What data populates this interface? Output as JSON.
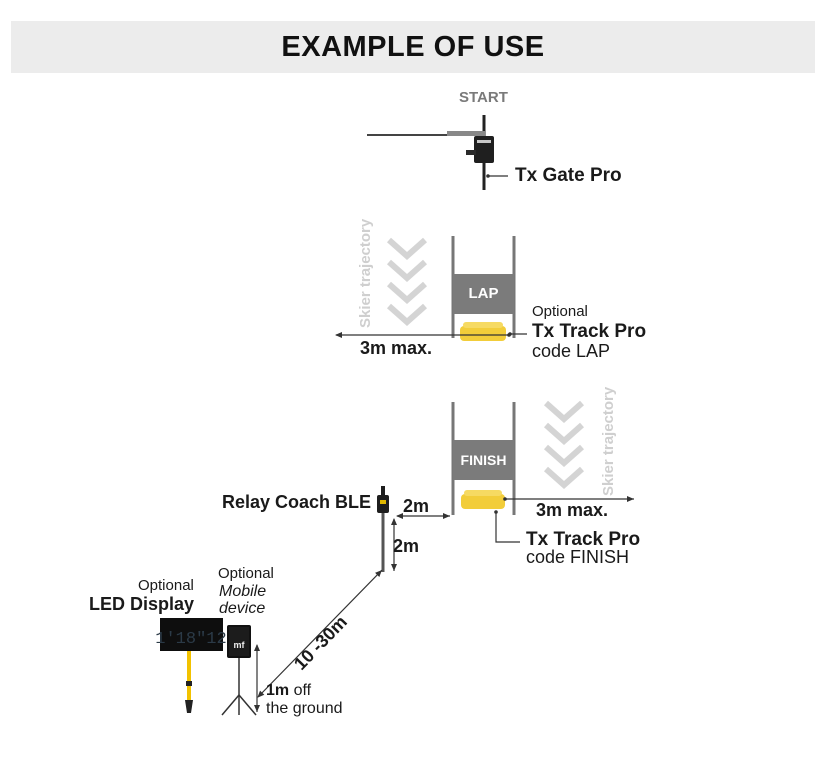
{
  "header": {
    "title": "EXAMPLE OF USE"
  },
  "start": {
    "label": "START"
  },
  "tx_gate": {
    "label": "Tx Gate Pro"
  },
  "lap": {
    "gate_label": "LAP",
    "trajectory": "Skier trajectory",
    "distance": "3m max.",
    "device_optional": "Optional",
    "device_name": "Tx Track Pro",
    "device_code": "code LAP"
  },
  "finish": {
    "gate_label": "FINISH",
    "trajectory": "Skier trajectory",
    "distance": "3m max.",
    "device_name": "Tx Track Pro",
    "device_code": "code FINISH"
  },
  "relay": {
    "label": "Relay Coach BLE",
    "dist_horizontal": "2m",
    "dist_vertical": "2m",
    "dist_diagonal": "10 -30m"
  },
  "led": {
    "optional": "Optional",
    "label": "LED Display",
    "screen_text": "1'18\"12"
  },
  "mobile": {
    "optional": "Optional",
    "label_line1": "Mobile",
    "label_line2": "device"
  },
  "ground": {
    "value": "1m",
    "text1": "off",
    "text2": "the ground"
  },
  "colors": {
    "gate_gray": "#7b7b7b",
    "chevron": "#d4d4d4",
    "device_yellow": "#f2cd3a",
    "pole_yellow": "#f2c200"
  }
}
